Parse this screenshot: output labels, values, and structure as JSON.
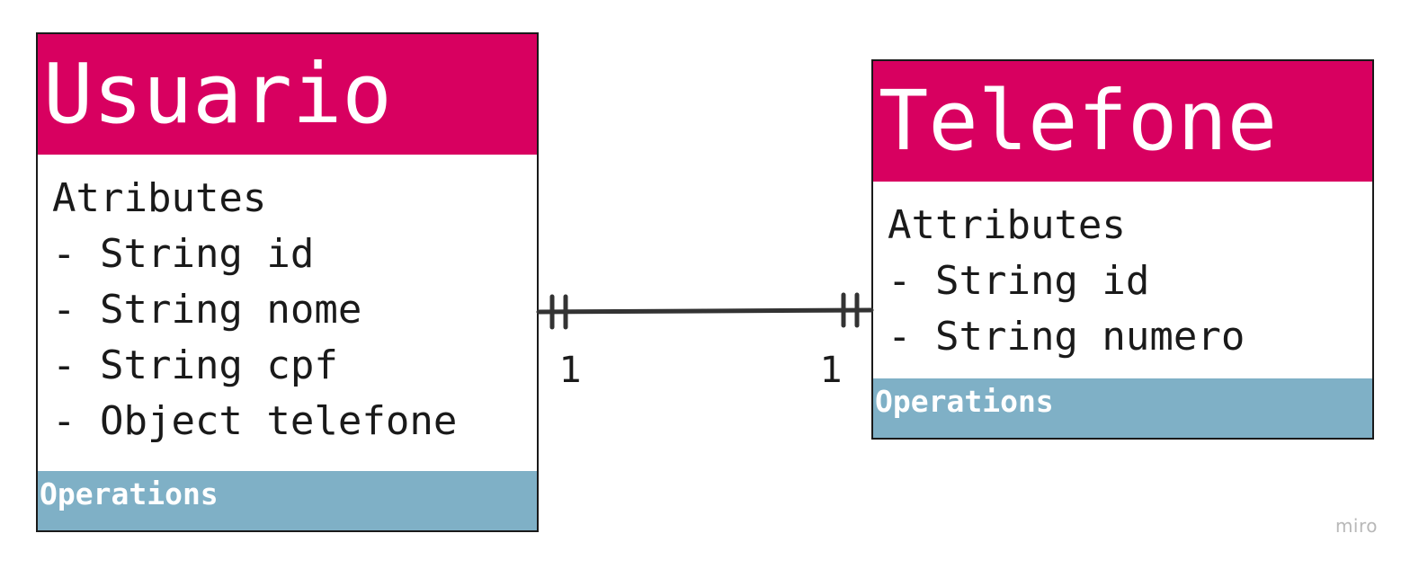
{
  "entities": [
    {
      "title": "Usuario",
      "attributes_heading": "Atributes",
      "attributes": [
        "- String id",
        "- String nome",
        "- String cpf",
        "- Object telefone"
      ],
      "operations_label": "Operations"
    },
    {
      "title": "Telefone",
      "attributes_heading": "Attributes",
      "attributes": [
        "- String id",
        "- String numero"
      ],
      "operations_label": "Operations"
    }
  ],
  "relationship": {
    "type": "one-to-one",
    "left_multiplicity": "1",
    "right_multiplicity": "1"
  },
  "watermark": "miro",
  "colors": {
    "header": "#d80060",
    "operations": "#7fb0c6",
    "border": "#1a1a1a",
    "connector": "#333333"
  }
}
